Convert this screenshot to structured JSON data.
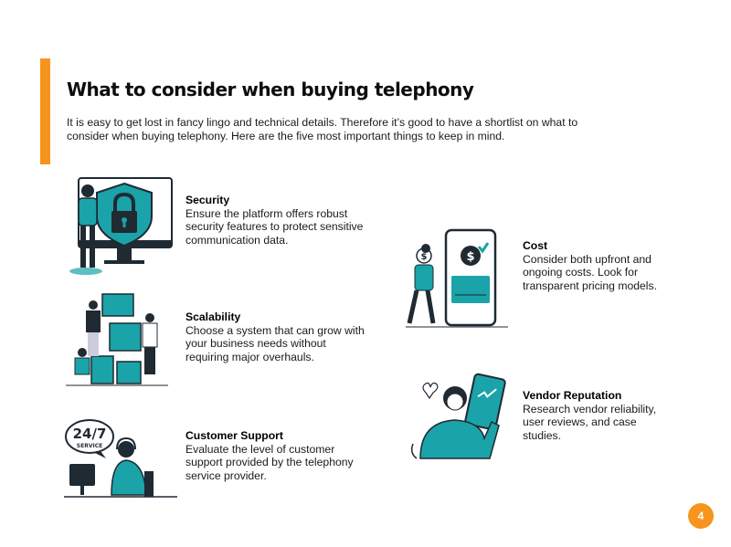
{
  "title": "What to consider when buying telephony",
  "intro": "It is easy to get lost in fancy lingo and technical details. Therefore it’s good to have a shortlist on what to consider when buying telephony. Here are the five most important things to keep in mind.",
  "items": [
    {
      "heading": "Security",
      "text": "Ensure the platform offers robust security features to protect sensitive communication data.",
      "icon": "padlock-shield-icon"
    },
    {
      "heading": "Scalability",
      "text": "Choose a system that can grow with your business needs without requiring major overhauls.",
      "icon": "stacking-blocks-icon"
    },
    {
      "heading": "Customer Support",
      "text": "Evaluate the level of customer support provided by the telephony service provider.",
      "icon": "headset-support-icon"
    },
    {
      "heading": "Cost",
      "text": "Consider both upfront and ongoing costs. Look for transparent pricing models.",
      "icon": "phone-payment-icon"
    },
    {
      "heading": "Vendor Reputation",
      "text": "Research vendor reliability, user reviews, and case studies.",
      "icon": "reviews-phone-icon"
    }
  ],
  "badge": {
    "line1": "24/7",
    "line2": "SERVICE"
  },
  "page_number": "4",
  "colors": {
    "accent": "#f7941d",
    "teal": "#1aa3a8",
    "dark": "#1f2a33"
  }
}
